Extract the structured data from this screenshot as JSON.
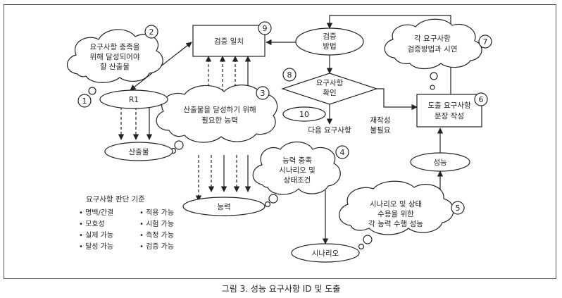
{
  "caption": "그림 3. 성능 요구사항 ID 및 도출",
  "nodes": {
    "verify_match": "검증 일치",
    "verify_method_l1": "검증",
    "verify_method_l2": "방법",
    "req_check_l1": "요구사항",
    "req_check_l2": "확인",
    "r1": "R1",
    "output": "산출물",
    "capability": "능력",
    "scenario": "시나리오",
    "next_req": "다음 요구사항",
    "rework_l1": "재작성",
    "rework_l2": "불필요",
    "derive_l1": "도출 요구사항",
    "derive_l2": "문장 작성",
    "performance": "성능"
  },
  "clouds": {
    "c2_l1": "요구사항 충족을",
    "c2_l2": "위해 달성되어야",
    "c2_l3": "할 산출물",
    "c3_l1": "산출물을 달성하기 위해",
    "c3_l2": "필요한 능력",
    "c4_l1": "능력 충족",
    "c4_l2": "시나리오 및",
    "c4_l3": "상태조건",
    "c5_l1": "시나리오 및 상태",
    "c5_l2": "수용을 위한",
    "c5_l3": "각 능력 수행 성능",
    "c7_l1": "각 요구사항",
    "c7_l2": "검증방법과 시연"
  },
  "numbers": [
    "1",
    "2",
    "3",
    "4",
    "5",
    "6",
    "7",
    "8",
    "9",
    "10"
  ],
  "criteria": {
    "title": "요구사항 판단 기준",
    "left": [
      "• 명백/간결",
      "• 모호성",
      "• 실제 가능",
      "• 달성 가능"
    ],
    "right": [
      "• 적용 가능",
      "• 시험 가능",
      "• 측정 가능",
      "• 검증 가능"
    ]
  }
}
